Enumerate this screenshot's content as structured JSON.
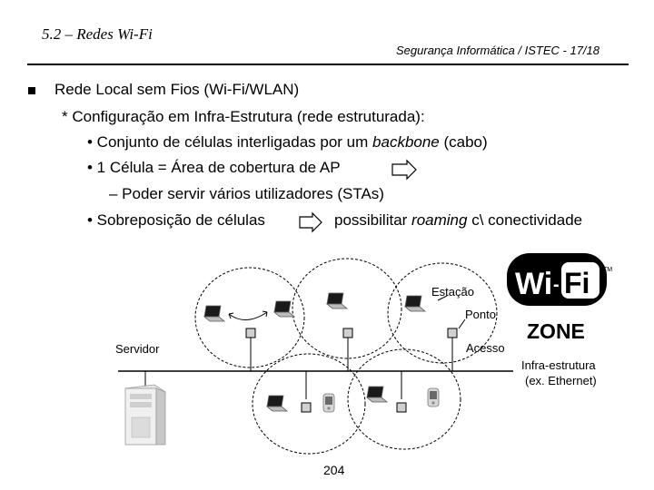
{
  "header": {
    "section_title": "5.2 – Redes Wi-Fi",
    "course": "Segurança Informática / ISTEC - 17/18"
  },
  "content": {
    "line1": "Rede Local sem Fios (Wi-Fi/WLAN)",
    "line2": "* Configuração em Infra-Estrutura (rede estruturada):",
    "line3_a": "• Conjunto de células interligadas por um ",
    "line3_b": "backbone",
    "line3_c": " (cabo)",
    "line4": "• 1 Célula = Área de cobertura de AP",
    "line5": "– Poder servir vários utilizadores (STAs)",
    "line6_a": "• Sobreposição de células",
    "line6_b": "possibilitar ",
    "line6_c": "roaming",
    "line6_d": " c\\ conectividade"
  },
  "diagram": {
    "label_station": "Estação",
    "label_ap_1": "Ponto",
    "label_ap_2": "Acesso",
    "label_server": "Servidor",
    "label_infra_1": "Infra-estrutura",
    "label_infra_2": "(ex. Ethernet)",
    "logo_wi": "Wi",
    "logo_fi": "Fi",
    "logo_zone": "ZONE",
    "logo_tm": "TM"
  },
  "footer": {
    "page_number": "204"
  }
}
